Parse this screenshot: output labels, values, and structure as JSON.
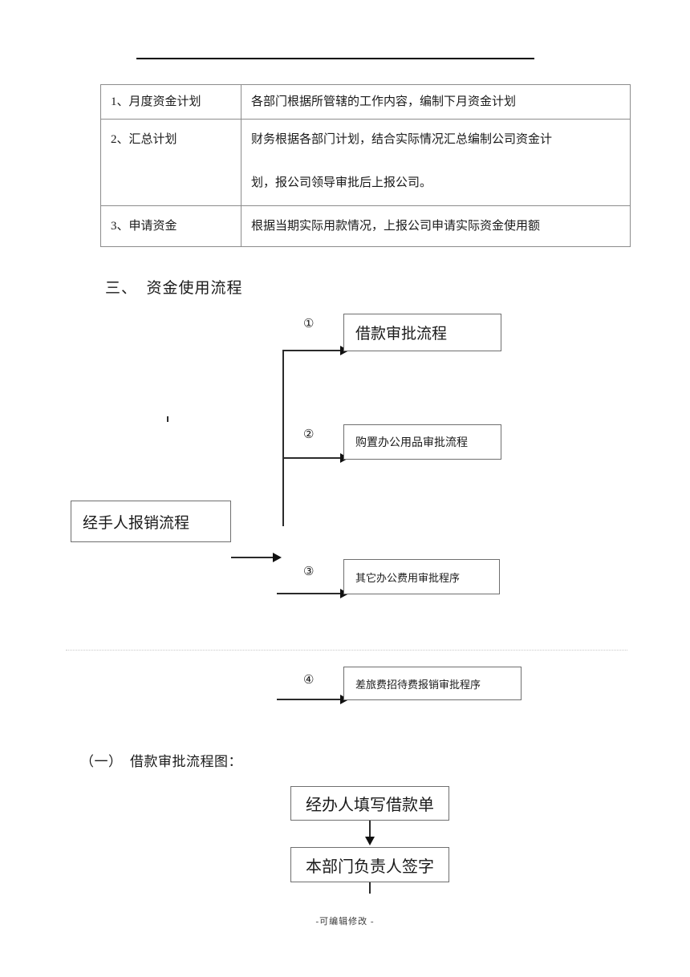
{
  "document": {
    "top_rule": "horizontal-rule",
    "footer_note": "-可编辑修改 -"
  },
  "plan_table": {
    "rows": [
      {
        "label": "1、月度资金计划",
        "desc_lines": [
          "各部门根据所管辖的工作内容，编制下月资金计划"
        ]
      },
      {
        "label": "2、汇总计划",
        "desc_lines": [
          "财务根据各部门计划，结合实际情况汇总编制公司资金计",
          "划，报公司领导审批后上报公司。"
        ]
      },
      {
        "label": "3、申请资金",
        "desc_lines": [
          "根据当期实际用款情况，上报公司申请实际资金使用额"
        ]
      }
    ]
  },
  "section": {
    "heading": "三、  资金使用流程",
    "source_box": "经手人报销流程",
    "branches": [
      {
        "marker": "①",
        "label": "借款审批流程"
      },
      {
        "marker": "②",
        "label": "购置办公用品审批流程"
      },
      {
        "marker": "③",
        "label": "其它办公费用审批程序"
      },
      {
        "marker": "④",
        "label": "差旅费招待费报销审批程序"
      }
    ]
  },
  "subsection": {
    "heading": "（一）  借款审批流程图：",
    "steps": [
      {
        "label": "经办人填写借款单"
      },
      {
        "label": "本部门负责人签字"
      }
    ]
  }
}
